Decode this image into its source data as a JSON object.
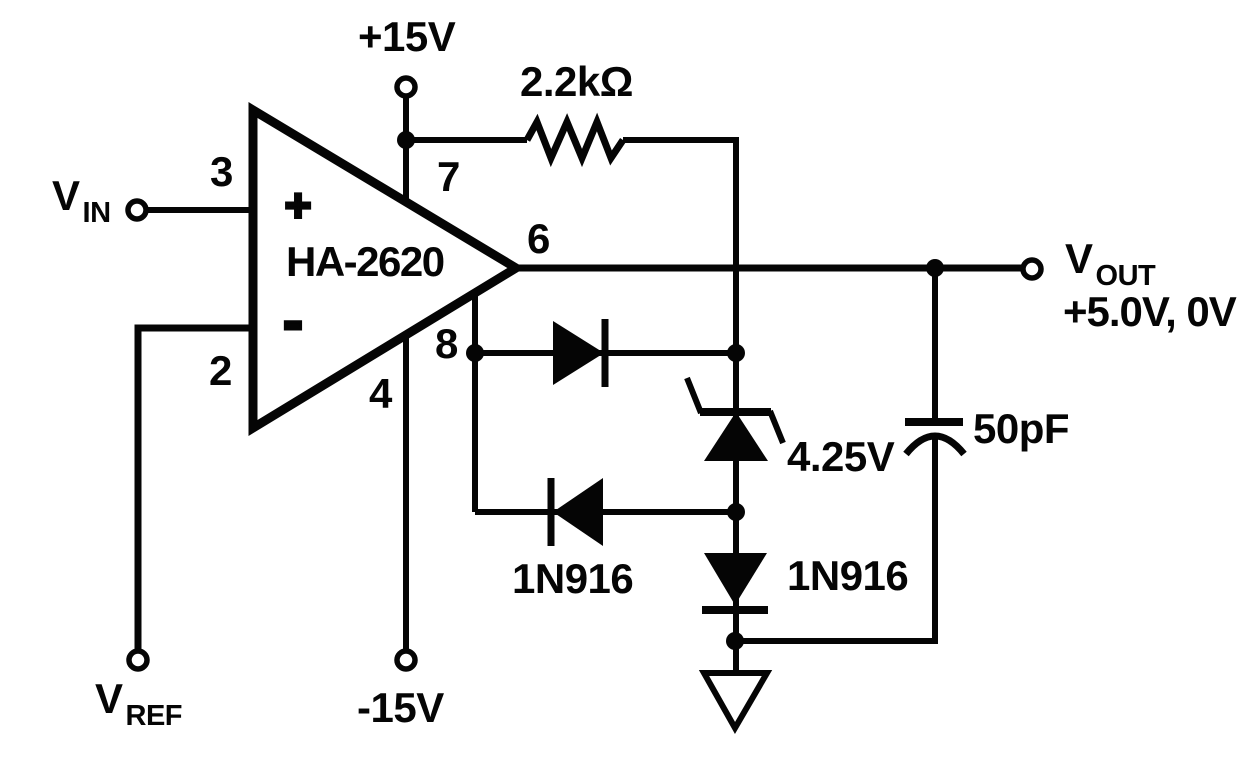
{
  "colors": {
    "ink": "#050505",
    "paper": "#ffffff"
  },
  "power": {
    "positive": "+15V",
    "negative": "-15V"
  },
  "signals": {
    "vin": {
      "base": "V",
      "sub": "IN"
    },
    "vref": {
      "base": "V",
      "sub": "REF"
    },
    "vout": {
      "base": "V",
      "sub": "OUT",
      "levels": "+5.0V, 0V"
    }
  },
  "opamp": {
    "part": "HA-2620",
    "noninverting_mark": "+",
    "inverting_mark": "-",
    "pins": {
      "in_pos": "3",
      "in_neg": "2",
      "v_plus": "7",
      "v_minus": "4",
      "output": "6",
      "comp": "8"
    }
  },
  "components": {
    "resistor": {
      "value": "2.2kΩ"
    },
    "zener": {
      "value": "4.25V"
    },
    "feedback_diode": {
      "part": "1N916"
    },
    "series_diode": {
      "part": "1N916"
    },
    "capacitor": {
      "value": "50pF"
    }
  }
}
